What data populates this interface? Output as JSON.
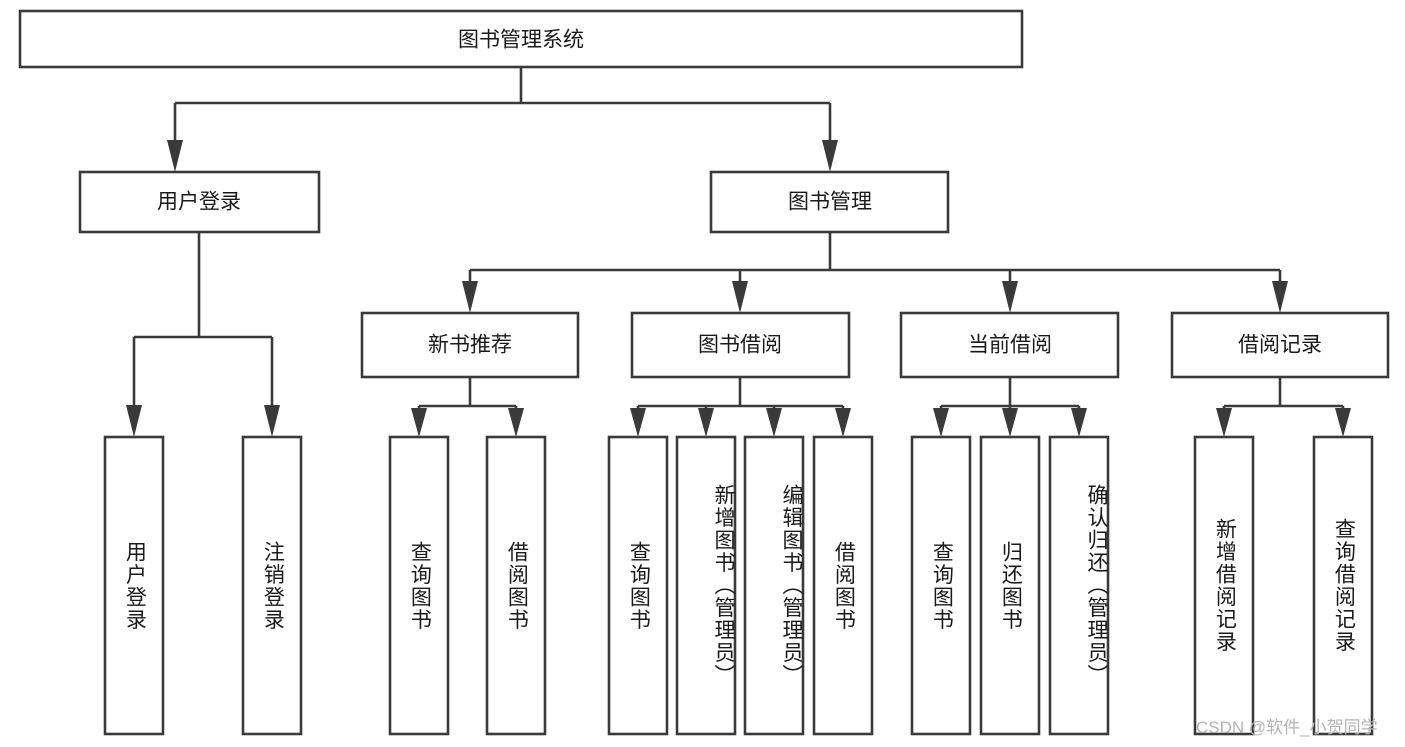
{
  "diagram": {
    "title": "图书管理系统",
    "watermark": "CSDN @软件_小贺同学",
    "colors": {
      "stroke": "#3a3a3a",
      "fill": "#ffffff",
      "text": "#1a1a1a",
      "watermark": "#b4b4b4"
    },
    "nodes": {
      "root": {
        "label": "图书管理系统"
      },
      "level1": [
        {
          "label": "用户登录"
        },
        {
          "label": "图书管理"
        }
      ],
      "level2": [
        {
          "label": "新书推荐"
        },
        {
          "label": "图书借阅"
        },
        {
          "label": "当前借阅"
        },
        {
          "label": "借阅记录"
        }
      ],
      "leaves_user_login": [
        {
          "label": "用户登录"
        },
        {
          "label": "注销登录"
        }
      ],
      "leaves_new_book": [
        {
          "label": "查询图书"
        },
        {
          "label": "借阅图书"
        }
      ],
      "leaves_borrow": [
        {
          "label": "查询图书"
        },
        {
          "label": "新增图书（管理员）"
        },
        {
          "label": "编辑图书（管理员）"
        },
        {
          "label": "借阅图书"
        }
      ],
      "leaves_current": [
        {
          "label": "查询图书"
        },
        {
          "label": "归还图书"
        },
        {
          "label": "确认归还（管理员）"
        }
      ],
      "leaves_records": [
        {
          "label": "新增借阅记录"
        },
        {
          "label": "查询借阅记录"
        }
      ]
    }
  }
}
